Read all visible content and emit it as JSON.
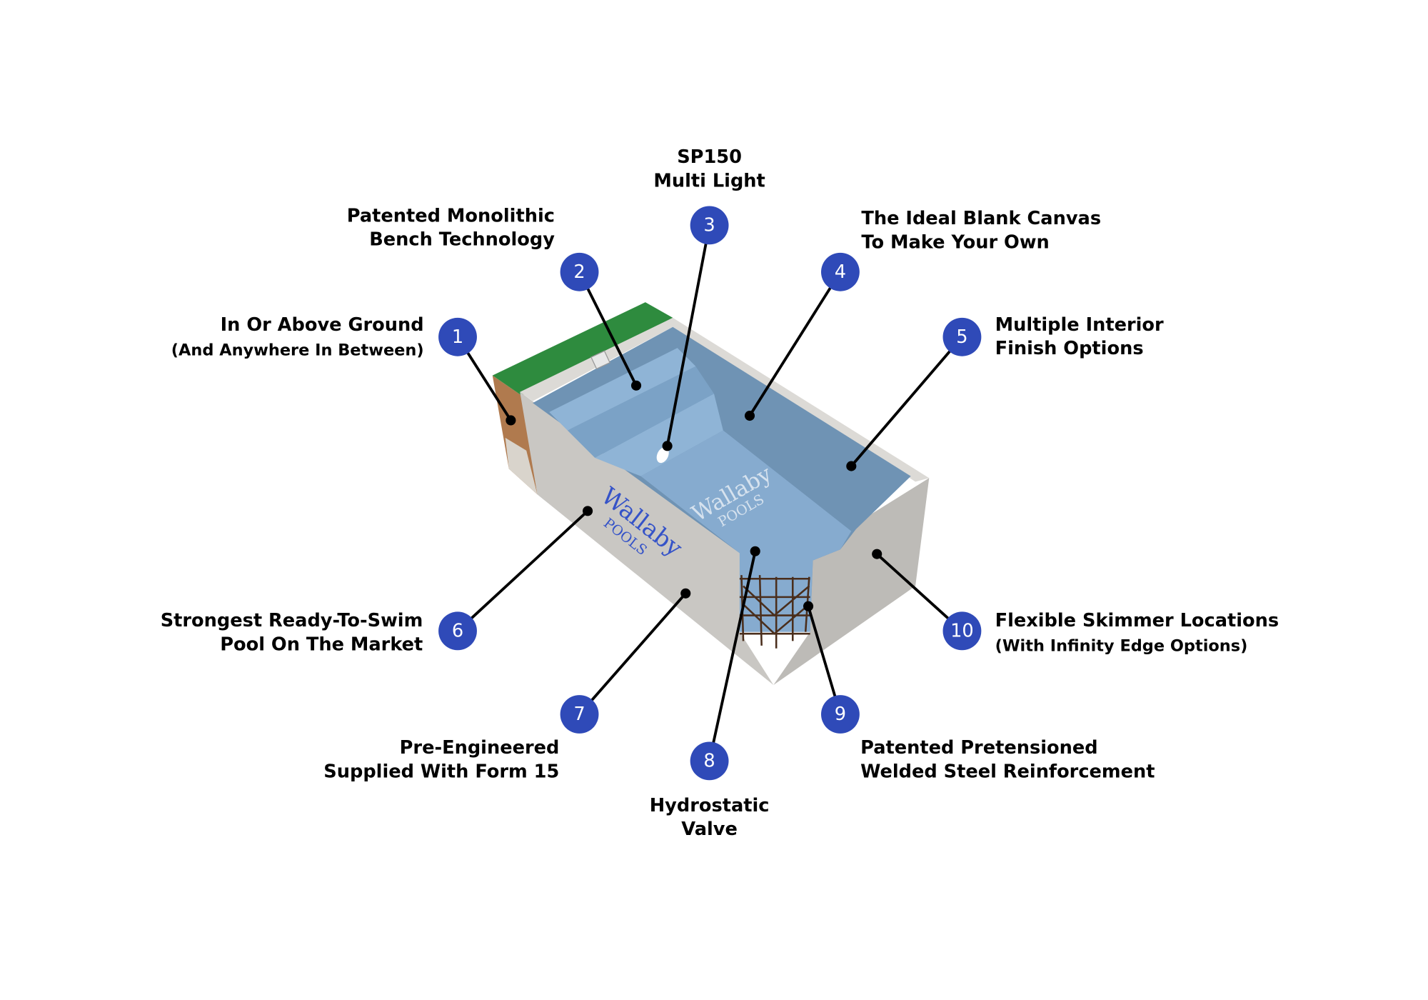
{
  "colors": {
    "marker": "#2f4ab8",
    "water": "#7fa8cc",
    "concrete": "#c9c7c3",
    "grass": "#2e8b3e",
    "logo": "#3553c8"
  },
  "logo": {
    "brand": "Wallaby",
    "sub": "POOLS"
  },
  "callouts": [
    {
      "number": "1",
      "lines": [
        "In Or Above Ground",
        "(And Anywhere In Between)"
      ]
    },
    {
      "number": "2",
      "lines": [
        "Patented Monolithic",
        "Bench Technology"
      ]
    },
    {
      "number": "3",
      "lines": [
        "SP150",
        "Multi Light"
      ]
    },
    {
      "number": "4",
      "lines": [
        "The Ideal Blank Canvas",
        "To Make Your Own"
      ]
    },
    {
      "number": "5",
      "lines": [
        "Multiple Interior",
        "Finish Options"
      ]
    },
    {
      "number": "6",
      "lines": [
        "Strongest Ready-To-Swim",
        "Pool On The Market"
      ]
    },
    {
      "number": "7",
      "lines": [
        "Pre-Engineered",
        "Supplied With Form 15"
      ]
    },
    {
      "number": "8",
      "lines": [
        "Hydrostatic",
        "Valve"
      ]
    },
    {
      "number": "9",
      "lines": [
        "Patented Pretensioned",
        "Welded Steel Reinforcement"
      ]
    },
    {
      "number": "10",
      "lines": [
        "Flexible Skimmer Locations",
        "(With Infinity Edge Options)"
      ]
    }
  ]
}
